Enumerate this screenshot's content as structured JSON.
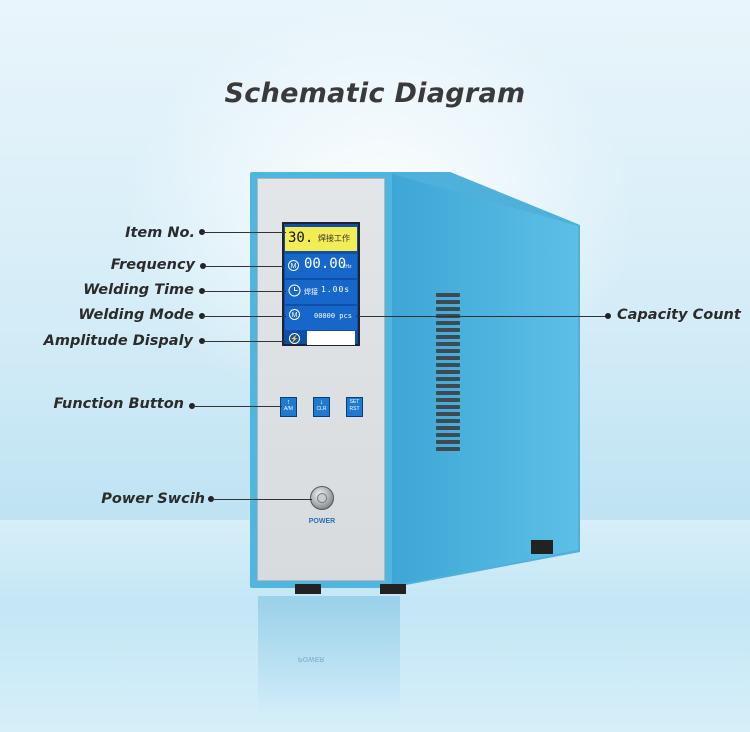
{
  "title": "Schematic Diagram",
  "screen": {
    "item_no": "30.",
    "item_text": "焊接工作",
    "frequency": "00.00",
    "frequency_unit": "kHz",
    "time_label": "焊接",
    "time_value": "1.00s",
    "count_value": "00000 pcs",
    "freq_icon": "M",
    "mode_icon": "M",
    "amp_icon": "⚡"
  },
  "buttons": [
    {
      "arrow": "↑",
      "label": "A/M"
    },
    {
      "arrow": "↓",
      "label": "CLR"
    },
    {
      "arrow": "SET",
      "label": "RST"
    }
  ],
  "power_label": "POWER",
  "reflect_label": "POWER",
  "callouts": {
    "item_no": "Item No.",
    "frequency": "Frequency",
    "welding_time": "Welding Time",
    "welding_mode": "Welding Mode",
    "amplitude": "Amplitude Dispaly",
    "function_button": "Function Button",
    "power_switch": "Power Swcih",
    "capacity_count": "Capacity Count"
  },
  "colors": {
    "cabinet": "#4fb6e0",
    "panel": "#dcdfe2",
    "lcd": "#0f4fa8",
    "lcd_highlight": "#f2ec55",
    "label_text": "#2b2b2b"
  }
}
